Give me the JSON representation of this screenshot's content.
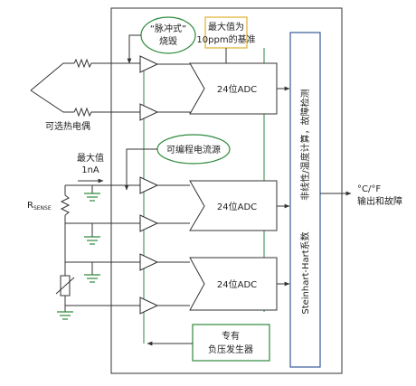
{
  "labels": {
    "pulse_line1": "“脉冲式”",
    "pulse_line2": "烧毁",
    "maxval_line1": "最大值为",
    "maxval_line2": "10ppm的基准",
    "adc1": "24位ADC",
    "adc2": "24位ADC",
    "adc3": "24位ADC",
    "thermocouple": "可选热电偶",
    "current_source": "可编程电流源",
    "max_line1": "最大值",
    "max_line2": "1nA",
    "rsense_main": "R",
    "rsense_sub": "SENSE",
    "neg_line1": "专有",
    "neg_line2": "负压发生器",
    "processor_upper": "非线性/温度计算，故障检测",
    "processor_lower": "Steinhart-Hart系数",
    "output_line1": "°C/°F",
    "output_line2": "输出和故障"
  },
  "colors": {
    "green_outline": "#2e8a3c",
    "yellow_outline": "#e0b030",
    "blue_outline": "#3a5a9a",
    "wire": "#333333"
  }
}
